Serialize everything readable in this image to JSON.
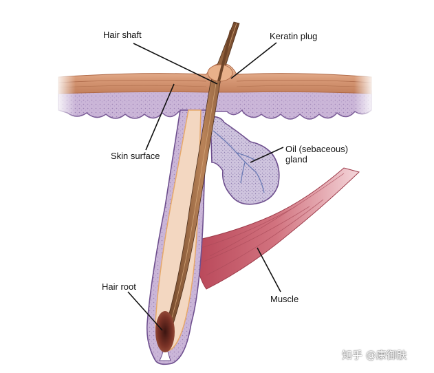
{
  "labels": {
    "hair_shaft": "Hair shaft",
    "keratin_plug": "Keratin plug",
    "skin_surface": "Skin surface",
    "oil_gland": "Oil (sebaceous)\ngland",
    "hair_root": "Hair root",
    "muscle": "Muscle"
  },
  "watermark": "知乎 @康御肤",
  "colors": {
    "epidermis": "#d99b78",
    "epidermis_dark": "#b8704f",
    "dermis": "#c9b4d6",
    "dermis_dark": "#8e6fa8",
    "hair": "#8a5a3a",
    "hair_light": "#e7b066",
    "muscle": "#c45a68",
    "muscle_light": "#e39aa3",
    "root": "#6b2a24",
    "leader_line": "#111111"
  }
}
